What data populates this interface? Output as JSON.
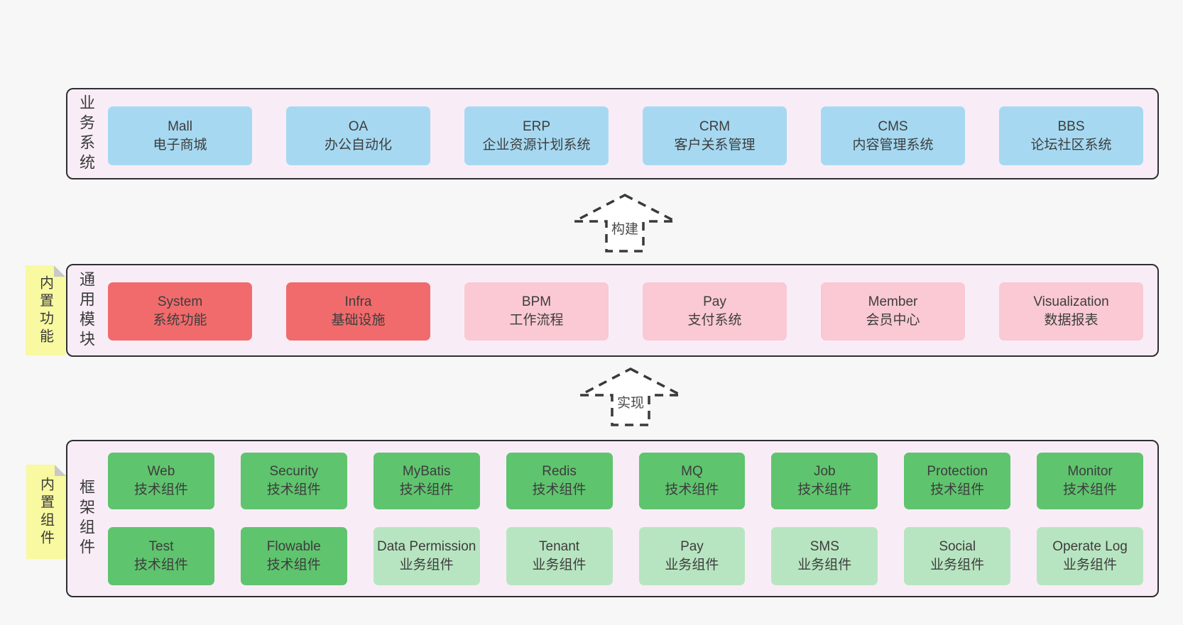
{
  "colors": {
    "page_background": "#f7f7f7",
    "band_background": "#f8edf7",
    "band_border": "#2f2f2f",
    "box_blue": "#a6d9f1",
    "box_red": "#f16b6c",
    "box_pink": "#fac9d3",
    "box_green": "#5fc46e",
    "box_green_light": "#b8e5c1",
    "sticky_yellow": "#f8f9a0",
    "sticky_fold_gray": "#c8c8c8",
    "text": "#3d3d3d"
  },
  "arrows": [
    {
      "label": "构建"
    },
    {
      "label": "实现"
    }
  ],
  "bands": [
    {
      "label": "业务系统",
      "boxes": [
        {
          "title": "Mall",
          "subtitle": "电子商城"
        },
        {
          "title": "OA",
          "subtitle": "办公自动化"
        },
        {
          "title": "ERP",
          "subtitle": "企业资源计划系统"
        },
        {
          "title": "CRM",
          "subtitle": "客户关系管理"
        },
        {
          "title": "CMS",
          "subtitle": "内容管理系统"
        },
        {
          "title": "BBS",
          "subtitle": "论坛社区系统"
        }
      ]
    },
    {
      "label": "通用模块",
      "sticky": "内置功能",
      "boxes": [
        {
          "title": "System",
          "subtitle": "系统功能"
        },
        {
          "title": "Infra",
          "subtitle": "基础设施"
        },
        {
          "title": "BPM",
          "subtitle": "工作流程"
        },
        {
          "title": "Pay",
          "subtitle": "支付系统"
        },
        {
          "title": "Member",
          "subtitle": "会员中心"
        },
        {
          "title": "Visualization",
          "subtitle": "数据报表"
        }
      ]
    },
    {
      "label": "框架组件",
      "sticky": "内置组件",
      "rows": [
        [
          {
            "title": "Web",
            "subtitle": "技术组件"
          },
          {
            "title": "Security",
            "subtitle": "技术组件"
          },
          {
            "title": "MyBatis",
            "subtitle": "技术组件"
          },
          {
            "title": "Redis",
            "subtitle": "技术组件"
          },
          {
            "title": "MQ",
            "subtitle": "技术组件"
          },
          {
            "title": "Job",
            "subtitle": "技术组件"
          },
          {
            "title": "Protection",
            "subtitle": "技术组件"
          },
          {
            "title": "Monitor",
            "subtitle": "技术组件"
          }
        ],
        [
          {
            "title": "Test",
            "subtitle": "技术组件"
          },
          {
            "title": "Flowable",
            "subtitle": "技术组件"
          },
          {
            "title": "Data Permission",
            "subtitle": "业务组件"
          },
          {
            "title": "Tenant",
            "subtitle": "业务组件"
          },
          {
            "title": "Pay",
            "subtitle": "业务组件"
          },
          {
            "title": "SMS",
            "subtitle": "业务组件"
          },
          {
            "title": "Social",
            "subtitle": "业务组件"
          },
          {
            "title": "Operate Log",
            "subtitle": "业务组件"
          }
        ]
      ]
    }
  ]
}
